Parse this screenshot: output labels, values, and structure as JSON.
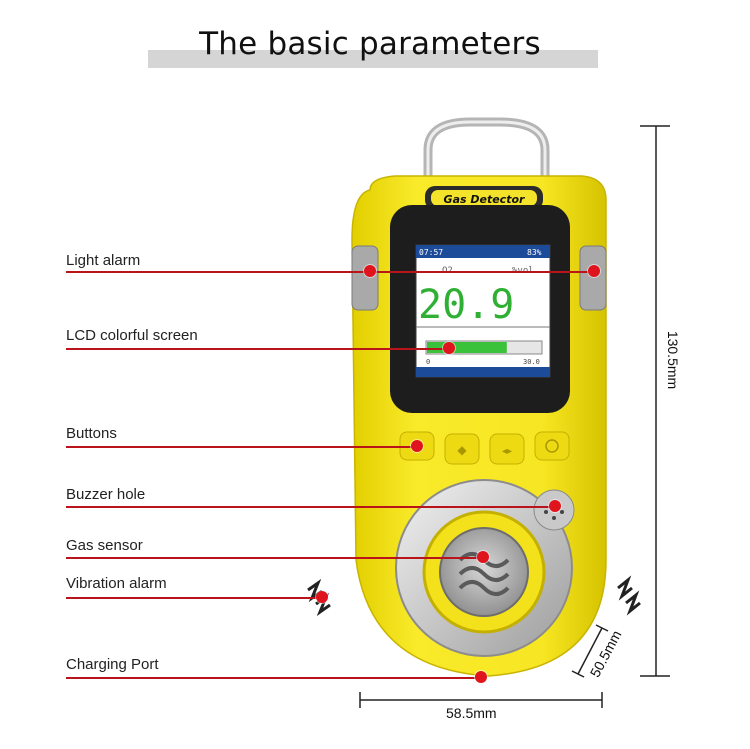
{
  "title": "The basic parameters",
  "device": {
    "badge": "Gas Detector",
    "screen": {
      "time": "07:57",
      "battery": "83%",
      "gas": "O2",
      "unit": "%vol",
      "reading": "20.9",
      "range_min": "0",
      "range_max": "30.0",
      "bar_fraction": 0.7
    }
  },
  "callouts": [
    {
      "label": "Light alarm"
    },
    {
      "label": "LCD colorful screen"
    },
    {
      "label": "Buttons"
    },
    {
      "label": "Buzzer hole"
    },
    {
      "label": "Gas sensor"
    },
    {
      "label": "Vibration alarm"
    },
    {
      "label": "Charging Port"
    }
  ],
  "dimensions": {
    "height": "130.5mm",
    "width": "58.5mm",
    "depth": "50.5mm"
  },
  "colors": {
    "body": "#f4e21a",
    "callout_line": "#b8141a",
    "dot": "#e0141c",
    "title_bar": "#d5d5d5"
  }
}
